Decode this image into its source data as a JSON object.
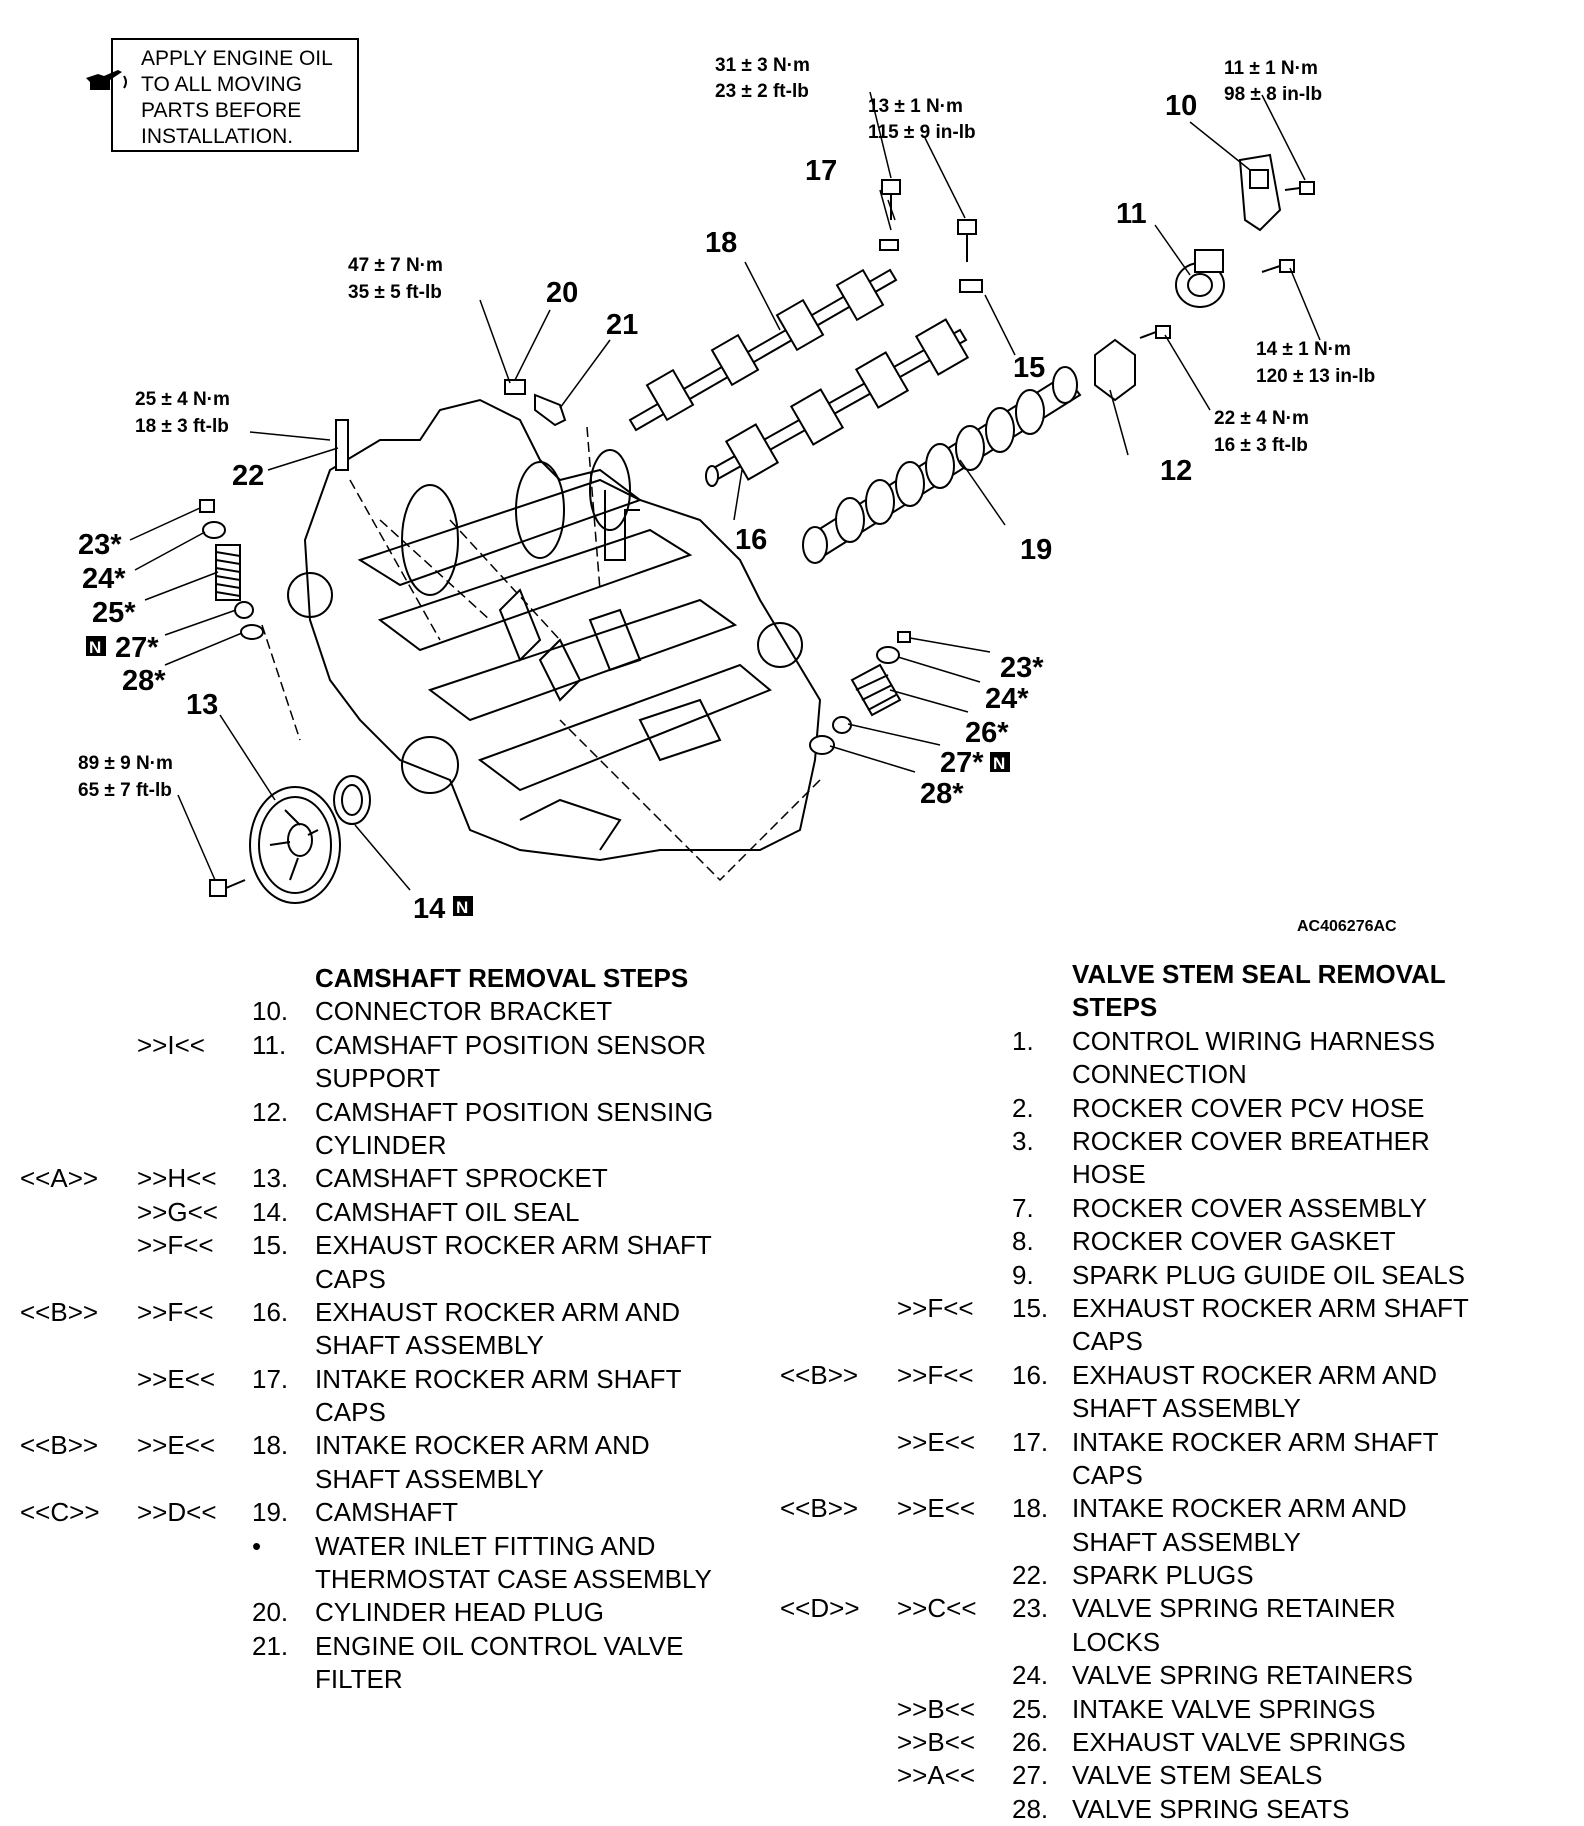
{
  "note": {
    "lines": [
      "APPLY ENGINE OIL",
      "TO ALL MOVING",
      "PARTS BEFORE",
      "INSTALLATION."
    ]
  },
  "figure_id": "AC406276AC",
  "torques": {
    "t17a": "31 ± 3 N·m",
    "t17b": "23 ± 2 ft-lb",
    "t15a": "13 ± 1 N·m",
    "t15b": "115 ± 9 in-lb",
    "t10a": "11 ± 1 N·m",
    "t10b": "98 ± 8 in-lb",
    "t20a": "47 ± 7 N·m",
    "t20b": "35 ± 5 ft-lb",
    "t22a": "25 ± 4 N·m",
    "t22b": "18 ± 3 ft-lb",
    "t11a": "14 ± 1 N·m",
    "t11b": "120 ± 13 in-lb",
    "t12a": "22 ± 4 N·m",
    "t12b": "16 ± 3 ft-lb",
    "t13a": "89 ± 9 N·m",
    "t13b": "65 ± 7 ft-lb"
  },
  "callouts": {
    "c10": "10",
    "c11": "11",
    "c12": "12",
    "c13": "13",
    "c14": "14",
    "c15": "15",
    "c16": "16",
    "c17": "17",
    "c18": "18",
    "c19": "19",
    "c20": "20",
    "c21": "21",
    "c22": "22",
    "l23": "23*",
    "l24": "24*",
    "l25": "25*",
    "l27": "27*",
    "l28": "28*",
    "r23": "23*",
    "r24": "24*",
    "r26": "26*",
    "r27": "27*",
    "r28": "28*",
    "n_badge": "N"
  },
  "camshaft": {
    "title": "CAMSHAFT REMOVAL STEPS",
    "steps": [
      {
        "a": "",
        "b": "",
        "num": "10.",
        "text": [
          "CONNECTOR BRACKET"
        ]
      },
      {
        "a": "",
        "b": ">>I<<",
        "num": "11.",
        "text": [
          "CAMSHAFT POSITION SENSOR",
          "SUPPORT"
        ]
      },
      {
        "a": "",
        "b": "",
        "num": "12.",
        "text": [
          "CAMSHAFT POSITION SENSING",
          "CYLINDER"
        ]
      },
      {
        "a": "<<A>>",
        "b": ">>H<<",
        "num": "13.",
        "text": [
          "CAMSHAFT SPROCKET"
        ]
      },
      {
        "a": "",
        "b": ">>G<<",
        "num": "14.",
        "text": [
          "CAMSHAFT OIL SEAL"
        ]
      },
      {
        "a": "",
        "b": ">>F<<",
        "num": "15.",
        "text": [
          "EXHAUST ROCKER ARM SHAFT",
          "CAPS"
        ]
      },
      {
        "a": "<<B>>",
        "b": ">>F<<",
        "num": "16.",
        "text": [
          "EXHAUST ROCKER ARM AND",
          "SHAFT ASSEMBLY"
        ]
      },
      {
        "a": "",
        "b": ">>E<<",
        "num": "17.",
        "text": [
          "INTAKE ROCKER ARM SHAFT",
          "CAPS"
        ]
      },
      {
        "a": "<<B>>",
        "b": ">>E<<",
        "num": "18.",
        "text": [
          "INTAKE ROCKER ARM AND",
          "SHAFT ASSEMBLY"
        ]
      },
      {
        "a": "<<C>>",
        "b": ">>D<<",
        "num": "19.",
        "text": [
          "CAMSHAFT"
        ]
      },
      {
        "a": "",
        "b": "",
        "num": "•",
        "text": [
          "WATER INLET FITTING AND",
          "THERMOSTAT CASE ASSEMBLY"
        ]
      },
      {
        "a": "",
        "b": "",
        "num": "20.",
        "text": [
          "CYLINDER HEAD PLUG"
        ]
      },
      {
        "a": "",
        "b": "",
        "num": "21.",
        "text": [
          "ENGINE OIL CONTROL VALVE",
          "FILTER"
        ]
      }
    ]
  },
  "valveseal": {
    "title": [
      "VALVE STEM SEAL REMOVAL",
      "STEPS"
    ],
    "steps": [
      {
        "a": "",
        "b": "",
        "num": "1.",
        "text": [
          "CONTROL WIRING HARNESS",
          "CONNECTION"
        ]
      },
      {
        "a": "",
        "b": "",
        "num": "2.",
        "text": [
          "ROCKER COVER PCV HOSE"
        ]
      },
      {
        "a": "",
        "b": "",
        "num": "3.",
        "text": [
          "ROCKER COVER BREATHER",
          "HOSE"
        ]
      },
      {
        "a": "",
        "b": "",
        "num": "7.",
        "text": [
          "ROCKER COVER ASSEMBLY"
        ]
      },
      {
        "a": "",
        "b": "",
        "num": "8.",
        "text": [
          "ROCKER COVER GASKET"
        ]
      },
      {
        "a": "",
        "b": "",
        "num": "9.",
        "text": [
          "SPARK PLUG GUIDE OIL SEALS"
        ]
      },
      {
        "a": "",
        "b": ">>F<<",
        "num": "15.",
        "text": [
          "EXHAUST ROCKER ARM SHAFT",
          "CAPS"
        ]
      },
      {
        "a": "<<B>>",
        "b": ">>F<<",
        "num": "16.",
        "text": [
          "EXHAUST ROCKER ARM AND",
          "SHAFT ASSEMBLY"
        ]
      },
      {
        "a": "",
        "b": ">>E<<",
        "num": "17.",
        "text": [
          "INTAKE ROCKER ARM SHAFT",
          "CAPS"
        ]
      },
      {
        "a": "<<B>>",
        "b": ">>E<<",
        "num": "18.",
        "text": [
          "INTAKE ROCKER ARM AND",
          "SHAFT ASSEMBLY"
        ]
      },
      {
        "a": "",
        "b": "",
        "num": "22.",
        "text": [
          "SPARK PLUGS"
        ]
      },
      {
        "a": "<<D>>",
        "b": ">>C<<",
        "num": "23.",
        "text": [
          "VALVE SPRING RETAINER",
          "LOCKS"
        ]
      },
      {
        "a": "",
        "b": "",
        "num": "24.",
        "text": [
          "VALVE SPRING RETAINERS"
        ]
      },
      {
        "a": "",
        "b": ">>B<<",
        "num": "25.",
        "text": [
          "INTAKE VALVE SPRINGS"
        ]
      },
      {
        "a": "",
        "b": ">>B<<",
        "num": "26.",
        "text": [
          "EXHAUST VALVE SPRINGS"
        ]
      },
      {
        "a": "",
        "b": ">>A<<",
        "num": "27.",
        "text": [
          "VALVE STEM SEALS"
        ]
      },
      {
        "a": "",
        "b": "",
        "num": "28.",
        "text": [
          "VALVE SPRING SEATS"
        ]
      }
    ]
  }
}
